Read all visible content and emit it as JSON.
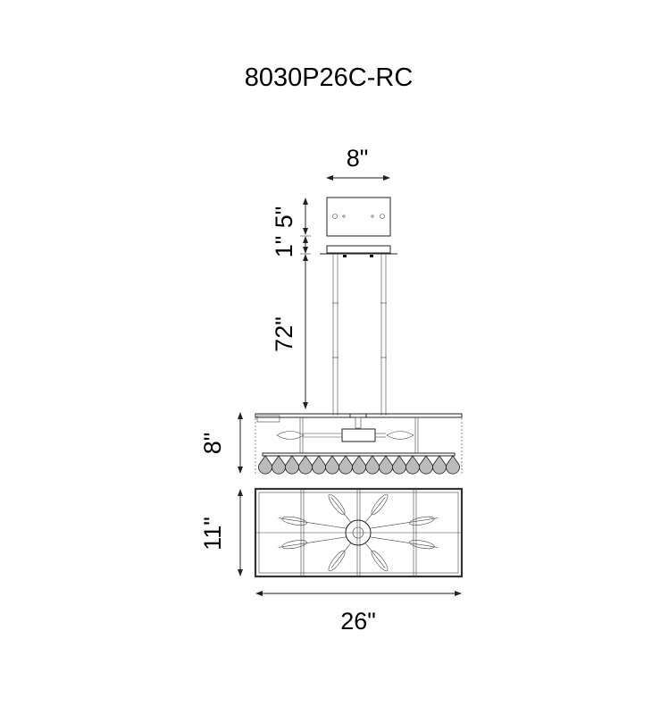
{
  "title": "8030P26C-RC",
  "dimensions": {
    "canopy_width": "8\"",
    "canopy_height": "5\"",
    "canopy_gap": "1\"",
    "rod_length": "72\"",
    "fixture_height": "8\"",
    "fixture_depth": "11\"",
    "fixture_width": "26\""
  },
  "crystal_count": 15,
  "colors": {
    "line": "#222222",
    "background": "#ffffff"
  }
}
